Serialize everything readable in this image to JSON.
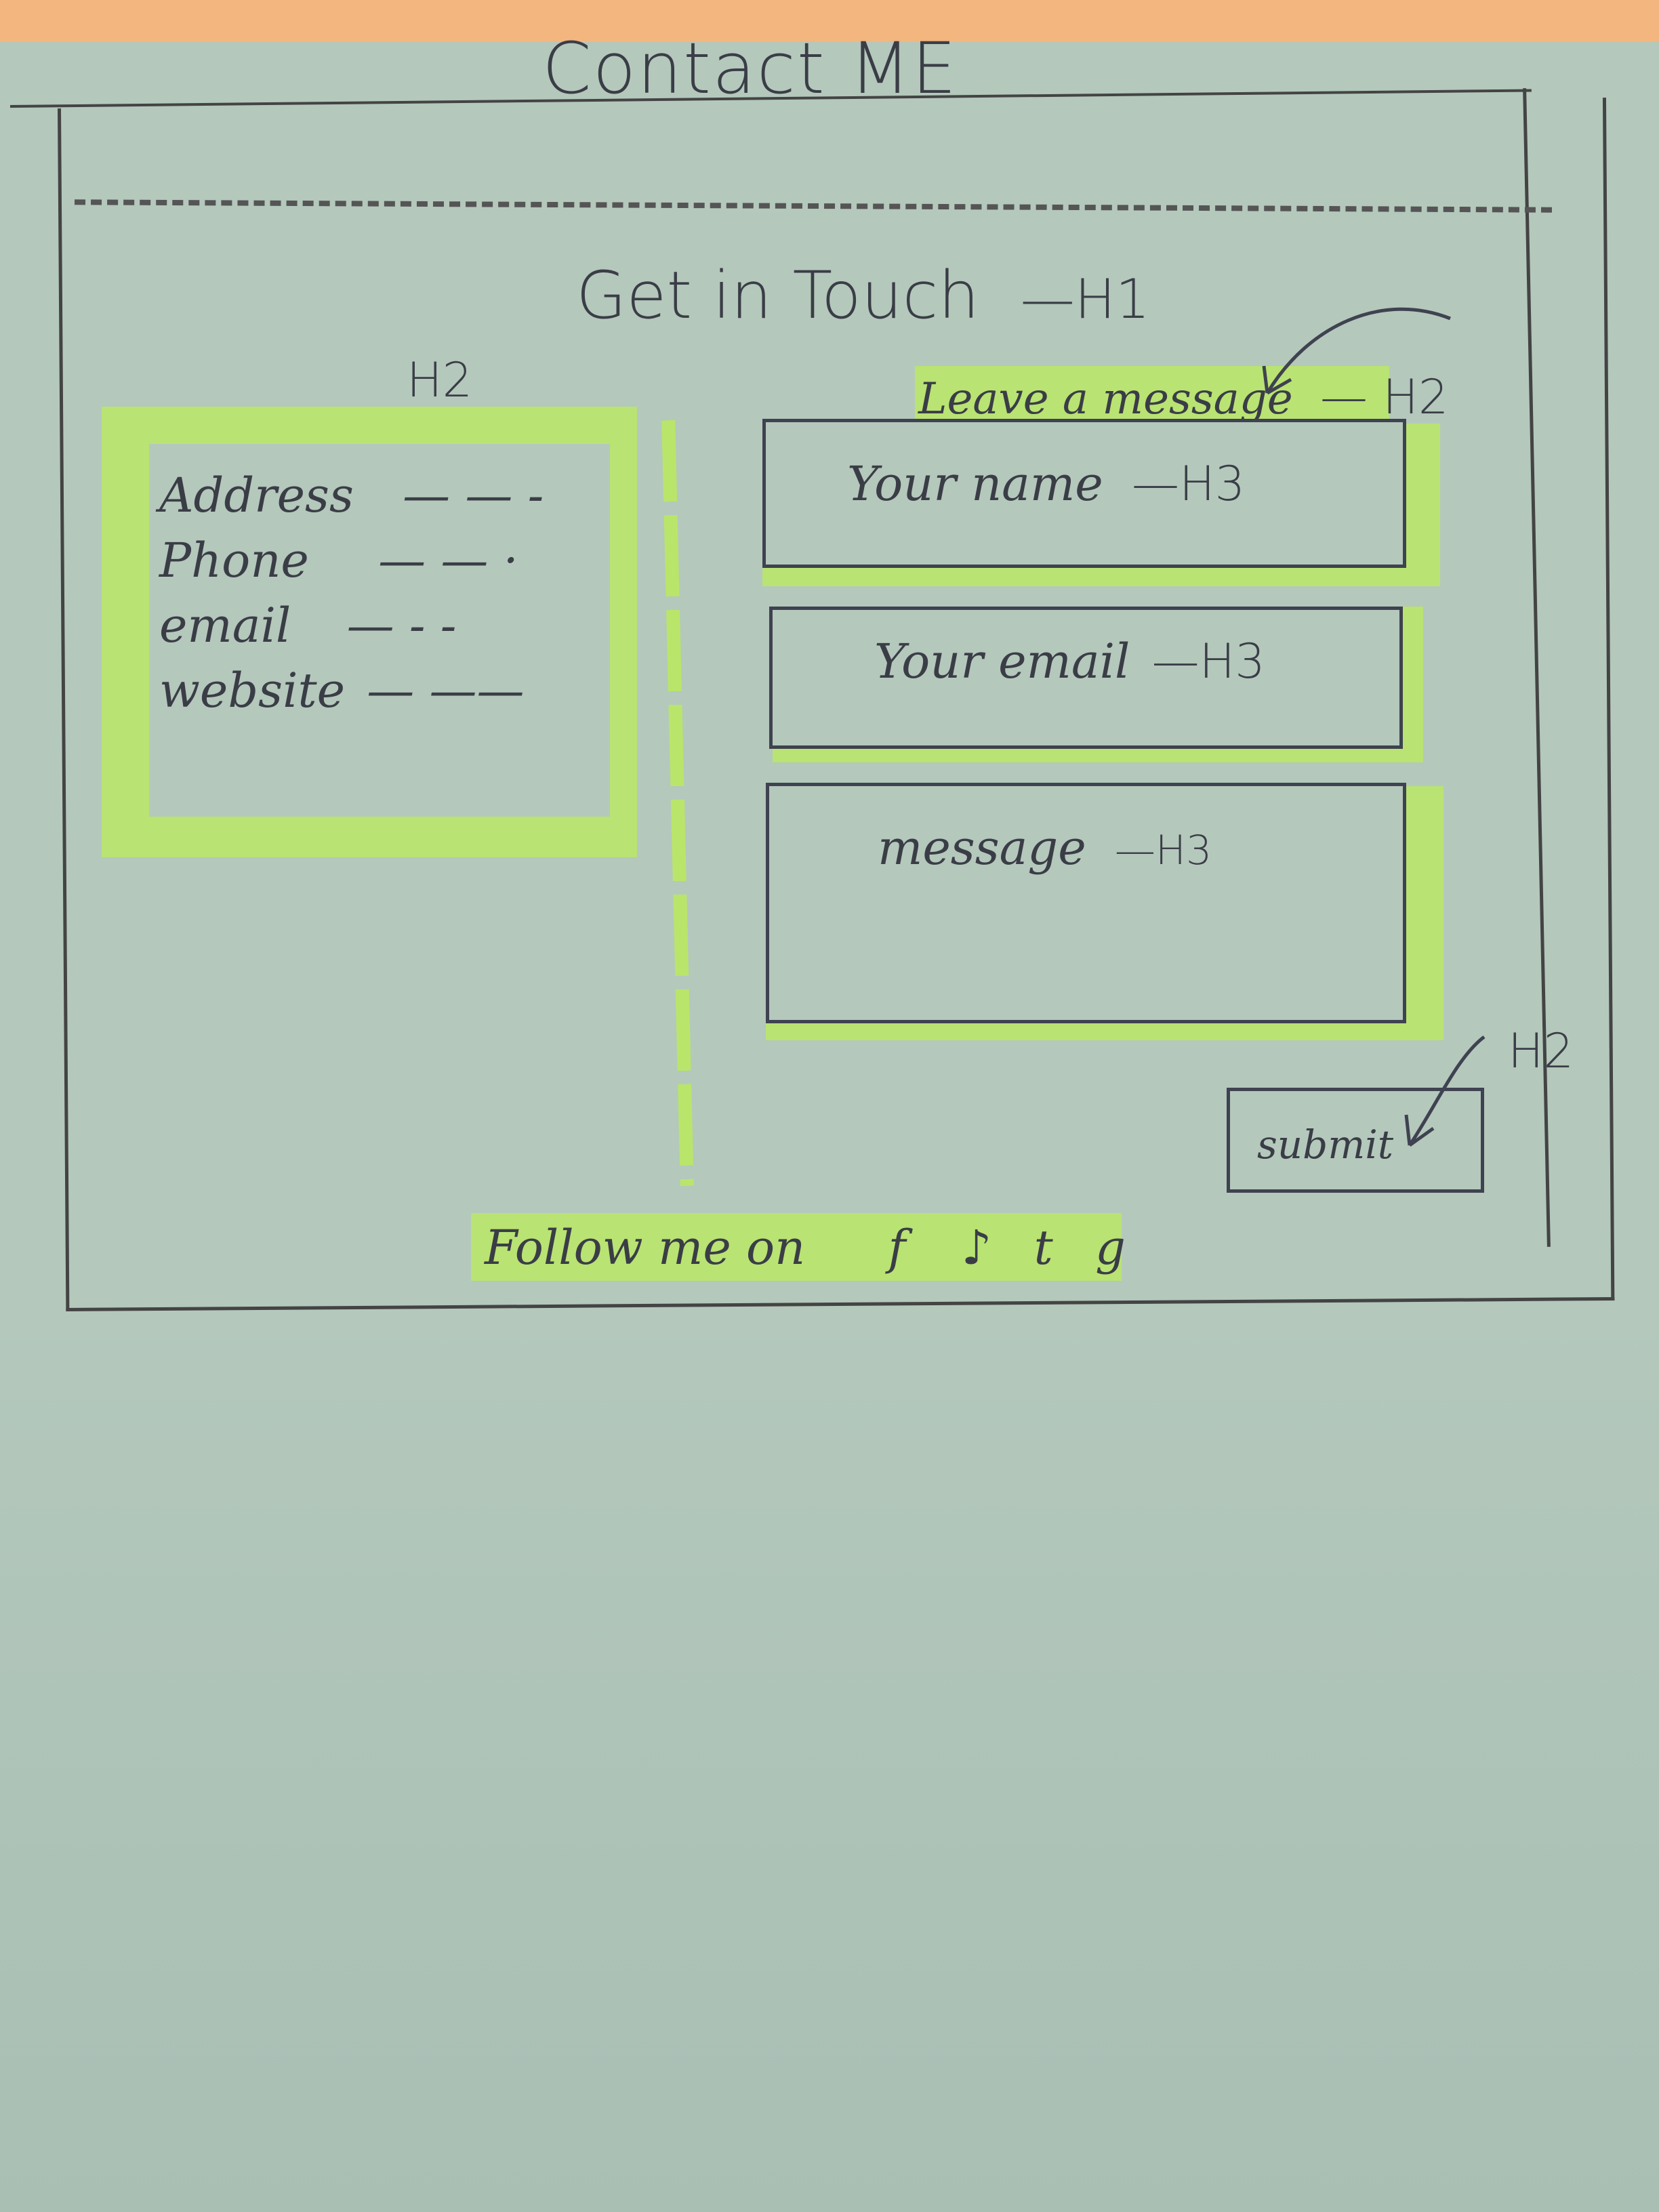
{
  "page": {
    "title": "Contact ME"
  },
  "heading": {
    "h1": "Get in Touch",
    "h1_tag": "—H1"
  },
  "contact_info": {
    "tag": "H2",
    "items": [
      {
        "label": "Address",
        "value": "— — -"
      },
      {
        "label": "Phone",
        "value": "— — ·"
      },
      {
        "label": "email",
        "value": "— - -"
      },
      {
        "label": "website",
        "value": "— ——"
      }
    ]
  },
  "form": {
    "heading": "Leave a message",
    "heading_tag": "— H2",
    "fields": [
      {
        "label": "Your name",
        "tag": "—H3"
      },
      {
        "label": "Your email",
        "tag": "—H3"
      },
      {
        "label": "message",
        "tag": "—H3"
      }
    ],
    "submit_label": "submit",
    "submit_tag": "H2"
  },
  "footer": {
    "follow_text": "Follow me on",
    "social_icons": [
      "f",
      "♪",
      "t",
      "g"
    ]
  },
  "colors": {
    "highlighter": "#b9e56a",
    "paper": "#b4c8bc",
    "ink": "#3a3d46",
    "top_strip": "#f2b67e"
  }
}
